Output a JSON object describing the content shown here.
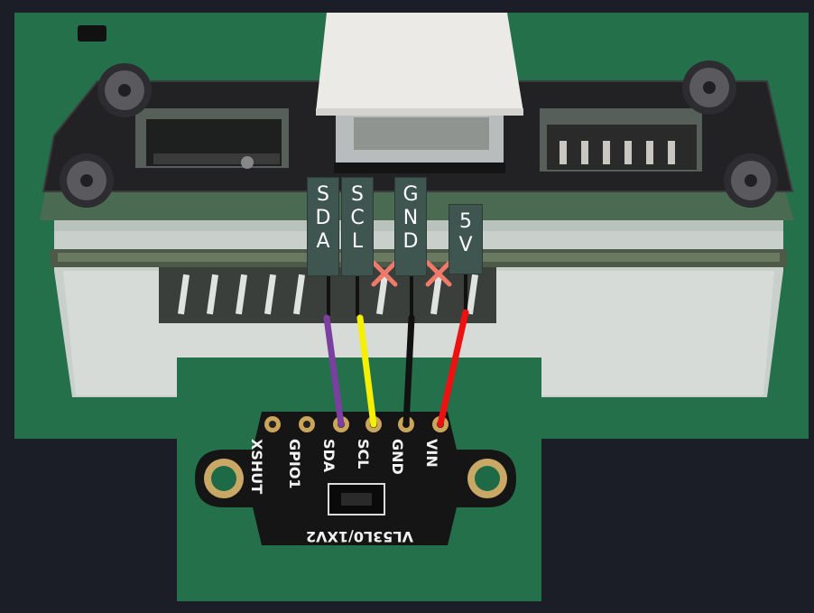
{
  "pin_labels": [
    {
      "name": "sda",
      "text": "S D A",
      "lines": [
        "S",
        "D",
        "A"
      ]
    },
    {
      "name": "scl",
      "text": "S C L",
      "lines": [
        "S",
        "C",
        "L"
      ]
    },
    {
      "name": "gnd",
      "text": "G N D",
      "lines": [
        "G",
        "N",
        "D"
      ]
    },
    {
      "name": "5v",
      "text": "5 V",
      "lines": [
        "5",
        "V"
      ]
    }
  ],
  "board": {
    "pins": [
      "XSHUT",
      "GPIO1",
      "SDA",
      "SCL",
      "GND",
      "VIN"
    ],
    "model": "VL53L0/1XV2"
  },
  "wire_colors": {
    "sda": "#7b3fa0",
    "scl": "#f4f000",
    "gnd": "#111111",
    "vin": "#ee1111"
  },
  "colors": {
    "background": "#1b1e27",
    "label_bg": "#3f5550",
    "cross": "#f07a6a",
    "mat": "#1f6a46"
  }
}
